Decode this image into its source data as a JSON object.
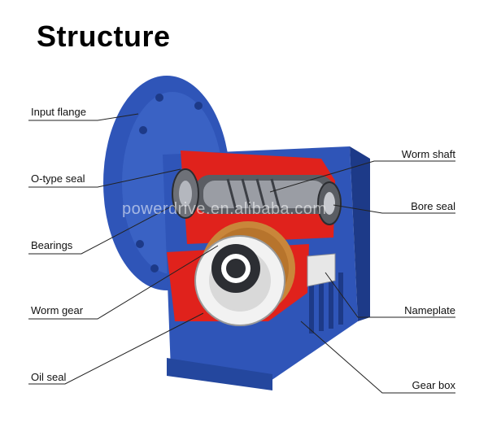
{
  "title": "Structure",
  "watermark": "powerdrive.en.alibaba.com",
  "colors": {
    "housing_blue": "#2f55b8",
    "housing_dark": "#1d3a88",
    "cutaway_red": "#e0221c",
    "bronze": "#c9863a",
    "steel": "#8c8f96"
  },
  "labels": {
    "input_flange": "Input flange",
    "o_type_seal": "O-type seal",
    "bearings": "Bearings",
    "worm_gear": "Worm gear",
    "oil_seal": "Oil seal",
    "worm_shaft": "Worm shaft",
    "bore_seal": "Bore seal",
    "nameplate": "Nameplate",
    "gear_box": "Gear box"
  }
}
